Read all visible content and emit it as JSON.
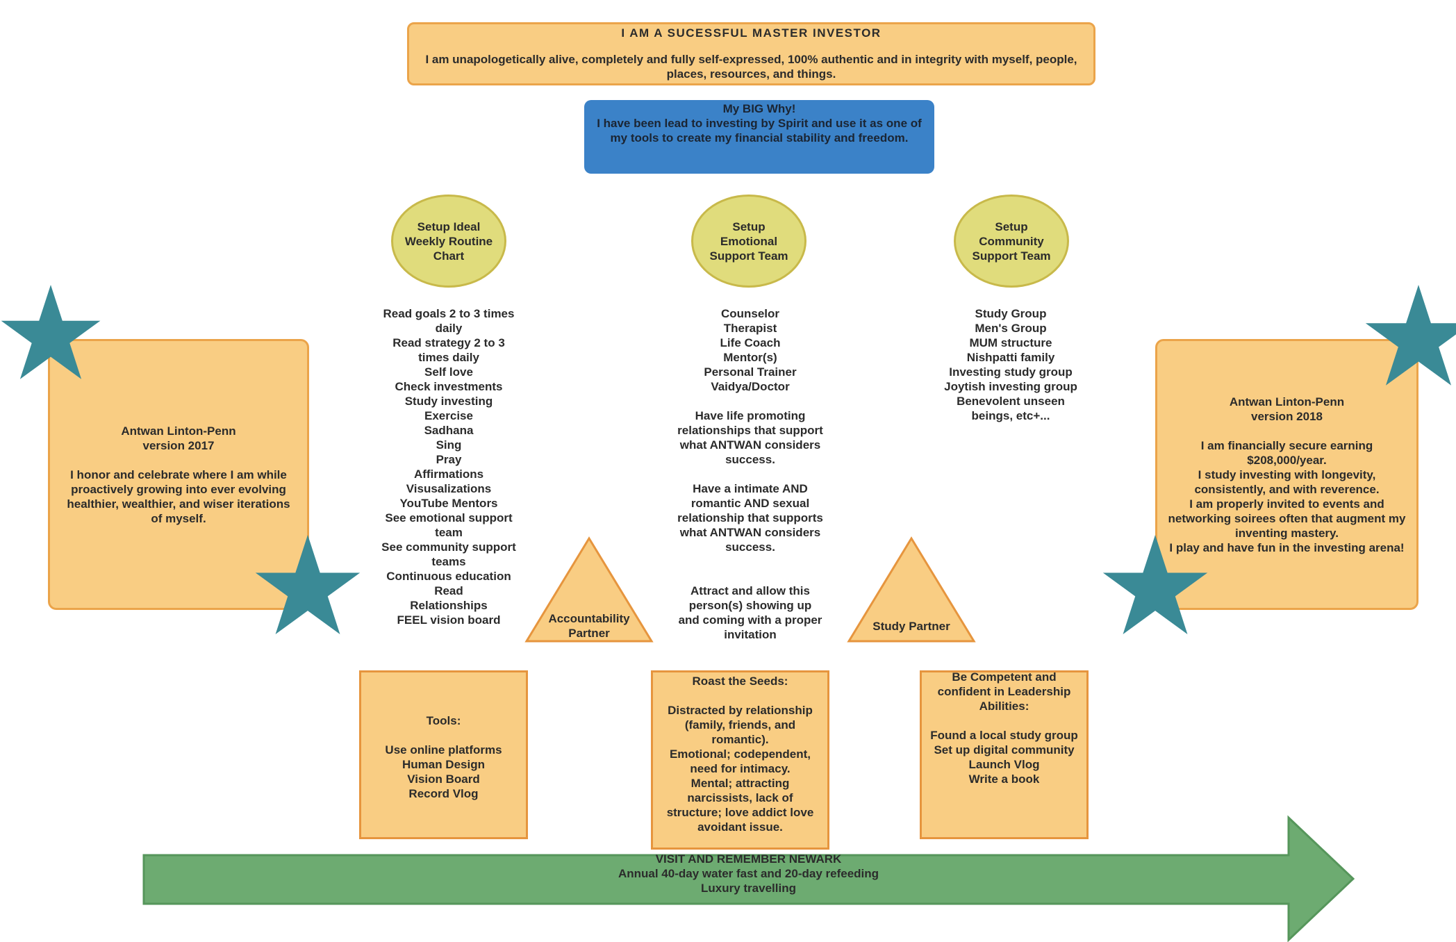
{
  "header": {
    "title": "I AM A SUCESSFUL MASTER INVESTOR",
    "body": "I am unapologetically alive, completely and fully self-expressed, 100% authentic and in integrity with myself, people, places, resources, and things."
  },
  "big_why": "My BIG Why!\nI have been lead to investing by Spirit and use it as one of my tools to create my financial stability and freedom.",
  "circles": [
    "Setup Ideal\nWeekly Routine\nChart",
    "Setup\nEmotional\nSupport Team",
    "Setup\nCommunity\nSupport Team"
  ],
  "routine_list": "Read goals 2 to 3 times\ndaily\nRead strategy 2 to 3\ntimes daily\nSelf love\nCheck investments\nStudy investing\nExercise\nSadhana\nSing\nPray\nAffirmations\nVisusalizations\nYouTube Mentors\nSee emotional support\nteam\nSee community support\nteams\nContinuous education\nRead\nRelationships\nFEEL vision board",
  "emotional_list": "Counselor\nTherapist\nLife Coach\nMentor(s)\nPersonal Trainer\nVaidya/Doctor\n\nHave life promoting\nrelationships that support\nwhat ANTWAN considers\nsuccess.\n\nHave a intimate AND\nromantic AND sexual\nrelationship that supports\nwhat ANTWAN considers\nsuccess.\n\n\nAttract and allow this\nperson(s) showing up\nand coming with a proper\ninvitation",
  "community_list": "Study Group\nMen's Group\nMUM structure\nNishpatti family\nInvesting study group\nJoytish investing group\nBenevolent unseen\nbeings, etc+...",
  "left_card": "Antwan Linton-Penn\nversion 2017\n\nI honor and celebrate where I am while proactively growing into ever evolving healthier, wealthier, and wiser iterations of myself.",
  "right_card": "Antwan Linton-Penn\nversion 2018\n\nI am financially secure earning $208,000/year.\nI study investing with longevity, consistently, and with reverence.\nI am properly invited to events and networking soirees often that augment my inventing mastery.\nI play and have fun in the investing arena!",
  "triangles": [
    "Accountability\nPartner",
    "Study Partner"
  ],
  "boxes": {
    "tools": "Tools:\n\nUse online platforms\nHuman Design\nVision Board\nRecord Vlog",
    "roast": "Roast the Seeds:\n\nDistracted by relationship (family, friends, and romantic).\nEmotional; codependent, need for intimacy.\nMental; attracting narcissists, lack of structure; love addict love avoidant issue.",
    "competent": "Be Competent and confident in Leadership Abilities:\n\nFound a local study group\nSet up digital community\nLaunch Vlog\nWrite a book"
  },
  "arrow_text": "VISIT AND REMEMBER NEWARK\nAnnual 40-day water fast and 20-day refeeding\nLuxury travelling",
  "colors": {
    "orange_fill": "#f9cd83",
    "orange_border": "#eba44a",
    "blue": "#3b82c8",
    "yellow": "#e0dc7c",
    "teal": "#3a8a96",
    "green": "#6dab71"
  },
  "icons": [
    "star-icon"
  ]
}
